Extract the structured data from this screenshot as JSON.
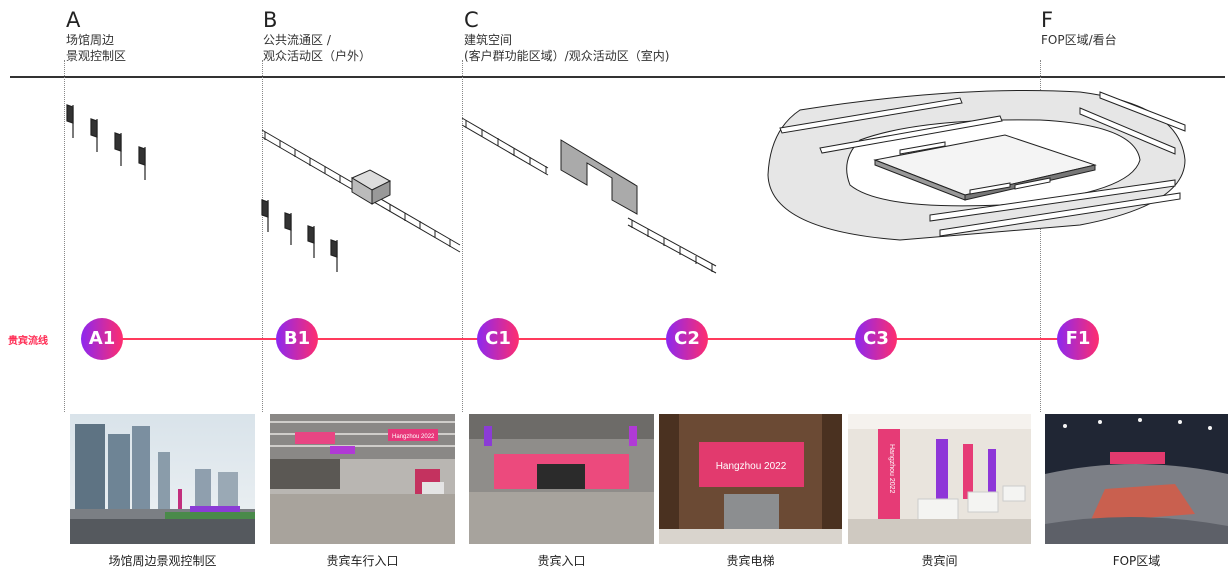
{
  "zones": [
    {
      "letter": "A",
      "line1": "场馆周边",
      "line2": "景观控制区"
    },
    {
      "letter": "B",
      "line1": "公共流通区 /",
      "line2": "观众活动区（户外）"
    },
    {
      "letter": "C",
      "line1": "建筑空间",
      "line2": "(客户群功能区域）/观众活动区（室内)"
    },
    {
      "letter": "F",
      "line1": "FOP区域/看台",
      "line2": ""
    }
  ],
  "flow": {
    "label": "贵宾流线",
    "color": "#ff2d55",
    "nodes": [
      "A1",
      "B1",
      "C1",
      "C2",
      "C3",
      "F1"
    ]
  },
  "photos": [
    {
      "caption": "场馆周边景观控制区"
    },
    {
      "caption": "贵宾车行入口",
      "signs": [
        "Hangzhou 2022"
      ]
    },
    {
      "caption": "贵宾入口"
    },
    {
      "caption": "贵宾电梯",
      "screen_text": "Hangzhou 2022"
    },
    {
      "caption": "贵宾间",
      "banner_text": "Hangzhou 2022"
    },
    {
      "caption": "FOP区域"
    }
  ]
}
